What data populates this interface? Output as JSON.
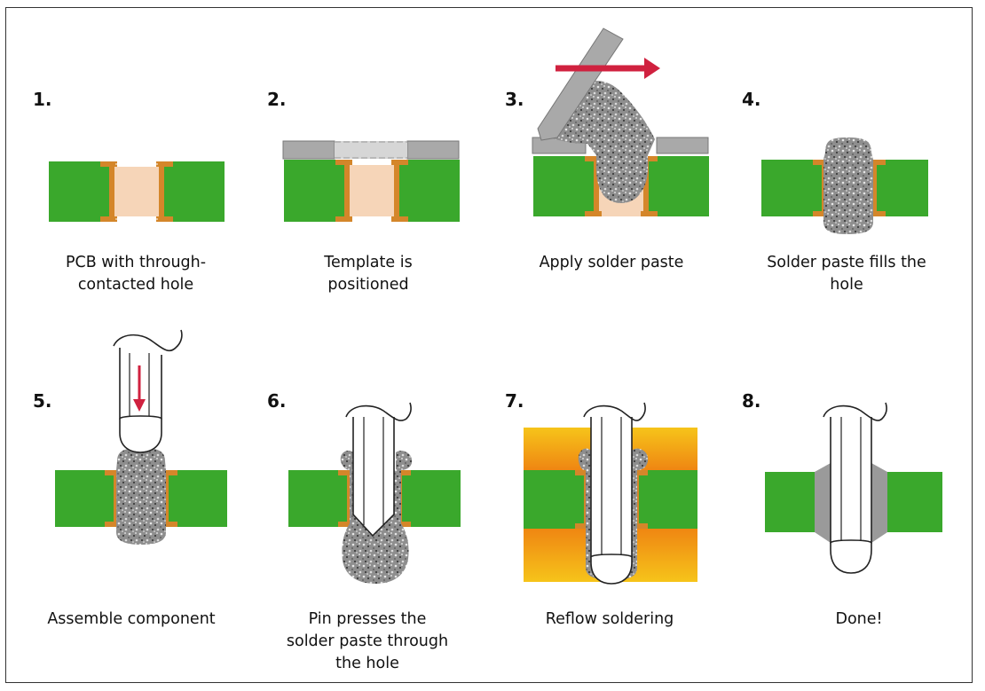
{
  "steps": [
    {
      "number": "1.",
      "caption": [
        "PCB with through-",
        "contacted hole"
      ]
    },
    {
      "number": "2.",
      "caption": [
        "Template is",
        "positioned"
      ]
    },
    {
      "number": "3.",
      "caption": [
        "Apply solder paste"
      ]
    },
    {
      "number": "4.",
      "caption": [
        "Solder paste fills the",
        "hole"
      ]
    },
    {
      "number": "5.",
      "caption": [
        "Assemble component"
      ]
    },
    {
      "number": "6.",
      "caption": [
        "Pin presses the",
        "solder paste through",
        "the hole"
      ]
    },
    {
      "number": "7.",
      "caption": [
        "Reflow soldering"
      ]
    },
    {
      "number": "8.",
      "caption": [
        "Done!"
      ]
    }
  ],
  "colors": {
    "pcb_green": "#3aa82c",
    "copper": "#d4862a",
    "hole_fill": "#f6d5b8",
    "template_gray": "#a9a9a9",
    "solder_paste": "#8c8c8c",
    "arrow_red": "#d0213f",
    "reflow_yellow": "#f7c31a",
    "reflow_orange": "#ef8a12"
  }
}
